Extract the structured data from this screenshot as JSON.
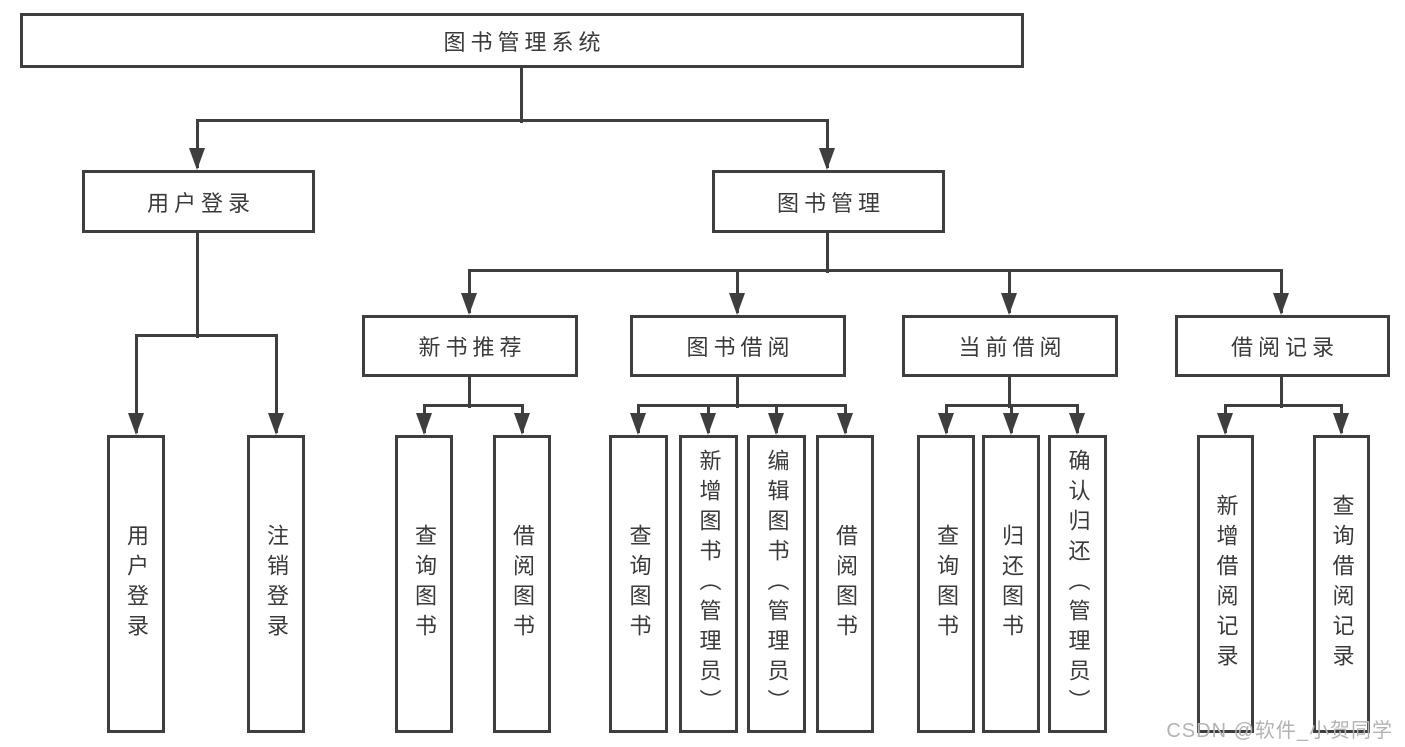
{
  "diagram": {
    "type": "hierarchy-tree",
    "colors": {
      "background": "#ffffff",
      "line": "#3e3e3e",
      "box_border": "#3e3e3e",
      "text": "#3a3a3a",
      "watermark": "#b3b3b3"
    },
    "watermark": {
      "text": "CSDN @软件_小贺同学"
    },
    "nodes": [
      {
        "id": "root",
        "label": "图书管理系统",
        "parent": null,
        "vertical": false
      },
      {
        "id": "user-login",
        "label": "用户登录",
        "parent": "root",
        "vertical": false
      },
      {
        "id": "book-mgmt",
        "label": "图书管理",
        "parent": "root",
        "vertical": false
      },
      {
        "id": "new-book-rec",
        "label": "新书推荐",
        "parent": "book-mgmt",
        "vertical": false
      },
      {
        "id": "book-borrow",
        "label": "图书借阅",
        "parent": "book-mgmt",
        "vertical": false
      },
      {
        "id": "current-borrow",
        "label": "当前借阅",
        "parent": "book-mgmt",
        "vertical": false
      },
      {
        "id": "borrow-records",
        "label": "借阅记录",
        "parent": "book-mgmt",
        "vertical": false
      },
      {
        "id": "login-user",
        "label": "用户登录",
        "parent": "user-login",
        "vertical": true
      },
      {
        "id": "login-logout",
        "label": "注销登录",
        "parent": "user-login",
        "vertical": true
      },
      {
        "id": "rec-query-book",
        "label": "查询图书",
        "parent": "new-book-rec",
        "vertical": true
      },
      {
        "id": "rec-borrow-book",
        "label": "借阅图书",
        "parent": "new-book-rec",
        "vertical": true
      },
      {
        "id": "bb-query-book",
        "label": "查询图书",
        "parent": "book-borrow",
        "vertical": true
      },
      {
        "id": "bb-add-book",
        "label": "新增图书（管理员）",
        "parent": "book-borrow",
        "vertical": true
      },
      {
        "id": "bb-edit-book",
        "label": "编辑图书（管理员）",
        "parent": "book-borrow",
        "vertical": true
      },
      {
        "id": "bb-borrow-book",
        "label": "借阅图书",
        "parent": "book-borrow",
        "vertical": true
      },
      {
        "id": "cb-query-book",
        "label": "查询图书",
        "parent": "current-borrow",
        "vertical": true
      },
      {
        "id": "cb-return-book",
        "label": "归还图书",
        "parent": "current-borrow",
        "vertical": true
      },
      {
        "id": "cb-confirm-return",
        "label": "确认归还（管理员）",
        "parent": "current-borrow",
        "vertical": true
      },
      {
        "id": "br-add-record",
        "label": "新增借阅记录",
        "parent": "borrow-records",
        "vertical": true
      },
      {
        "id": "br-query-record",
        "label": "查询借阅记录",
        "parent": "borrow-records",
        "vertical": true
      }
    ]
  }
}
